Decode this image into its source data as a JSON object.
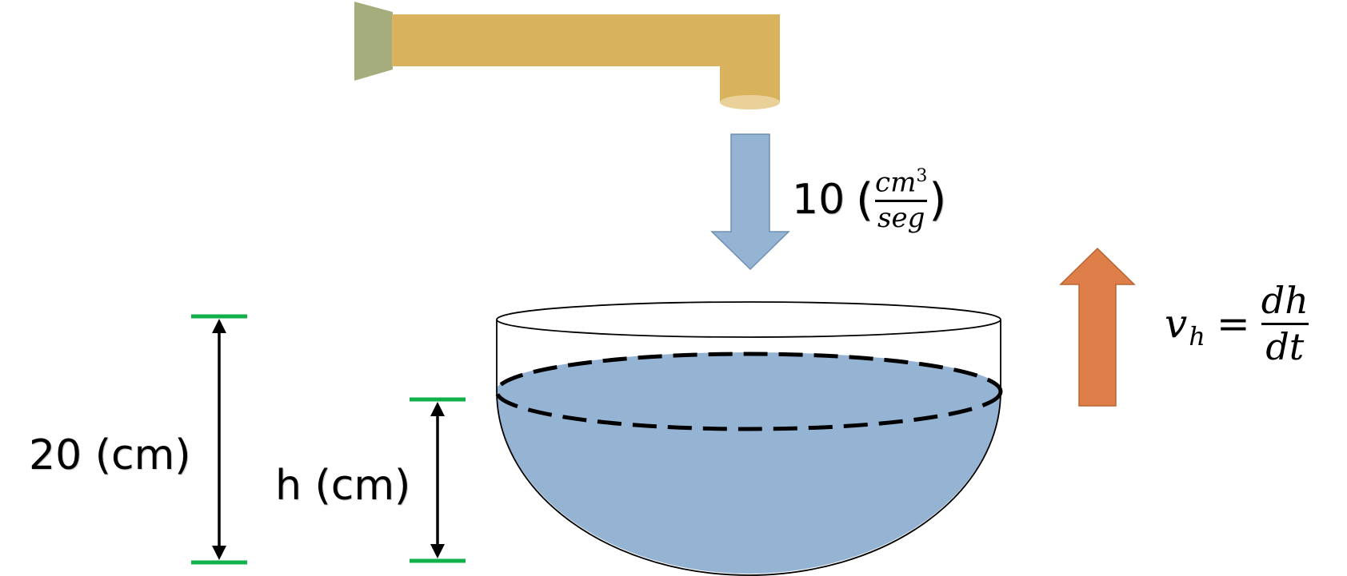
{
  "labels": {
    "total_height": "20 (cm)",
    "water_height": "h (cm)"
  },
  "flow_rate": {
    "value": "10",
    "open_paren": "(",
    "unit_num": "cm",
    "unit_exp": "3",
    "unit_den": "seg",
    "close_paren": ")"
  },
  "rate_eq": {
    "lhs_var": "v",
    "lhs_sub": "h",
    "equals": "=",
    "num": "dh",
    "den": "dt"
  },
  "colors": {
    "faucet": "#d8b25c",
    "faucet_handle": "#a6ad7c",
    "faucet_outlet": "#ead19a",
    "water": "#95b3d3",
    "inflow_arrow": "#95b3d3",
    "rise_arrow": "#de7e48",
    "ticks": "#12b04a",
    "lines": "#000000"
  }
}
